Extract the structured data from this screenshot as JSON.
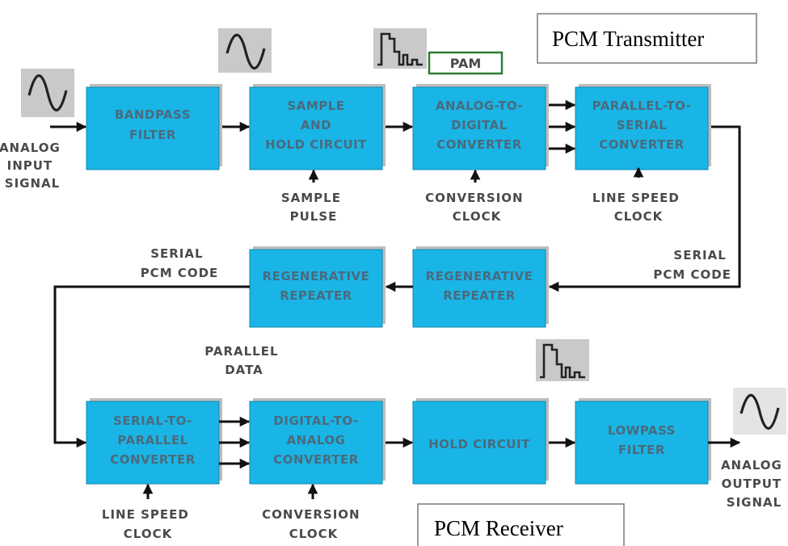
{
  "titles": {
    "transmitter": "PCM Transmitter",
    "receiver": "PCM Receiver"
  },
  "pam_label": "PAM",
  "blocks": {
    "bandpass": [
      "BANDPASS",
      "FILTER"
    ],
    "sample_hold": [
      "SAMPLE",
      "AND",
      "HOLD CIRCUIT"
    ],
    "adc": [
      "ANALOG-TO-",
      "DIGITAL",
      "CONVERTER"
    ],
    "p2s": [
      "PARALLEL-TO-",
      "SERIAL",
      "CONVERTER"
    ],
    "regen_right": [
      "REGENERATIVE",
      "REPEATER"
    ],
    "regen_left": [
      "REGENERATIVE",
      "REPEATER"
    ],
    "s2p": [
      "SERIAL-TO-",
      "PARALLEL",
      "CONVERTER"
    ],
    "dac": [
      "DIGITAL-TO-",
      "ANALOG",
      "CONVERTER"
    ],
    "hold": [
      "HOLD CIRCUIT"
    ],
    "lowpass": [
      "LOWPASS",
      "FILTER"
    ]
  },
  "labels": {
    "analog_input": [
      "ANALOG",
      "INPUT",
      "SIGNAL"
    ],
    "sample_pulse": [
      "SAMPLE",
      "PULSE"
    ],
    "conversion_clock_tx": [
      "CONVERSION",
      "CLOCK"
    ],
    "line_speed_tx": [
      "LINE SPEED",
      "CLOCK"
    ],
    "serial_pcm_right": [
      "SERIAL",
      "PCM CODE"
    ],
    "serial_pcm_left": [
      "SERIAL",
      "PCM CODE"
    ],
    "parallel_data": [
      "PARALLEL",
      "DATA"
    ],
    "line_speed_rx": [
      "LINE SPEED",
      "CLOCK"
    ],
    "conversion_clock_rx": [
      "CONVERSION",
      "CLOCK"
    ],
    "analog_output": [
      "ANALOG",
      "OUTPUT",
      "SIGNAL"
    ]
  },
  "colors": {
    "block_fill": "#19b5e6",
    "block_shadow": "#bdbdbd",
    "icon_bg": "#c9c9c9",
    "pam_border": "#2e7d32",
    "line": "#111111"
  },
  "icons": [
    "sine-wave-icon",
    "pulse-waveform-icon"
  ]
}
